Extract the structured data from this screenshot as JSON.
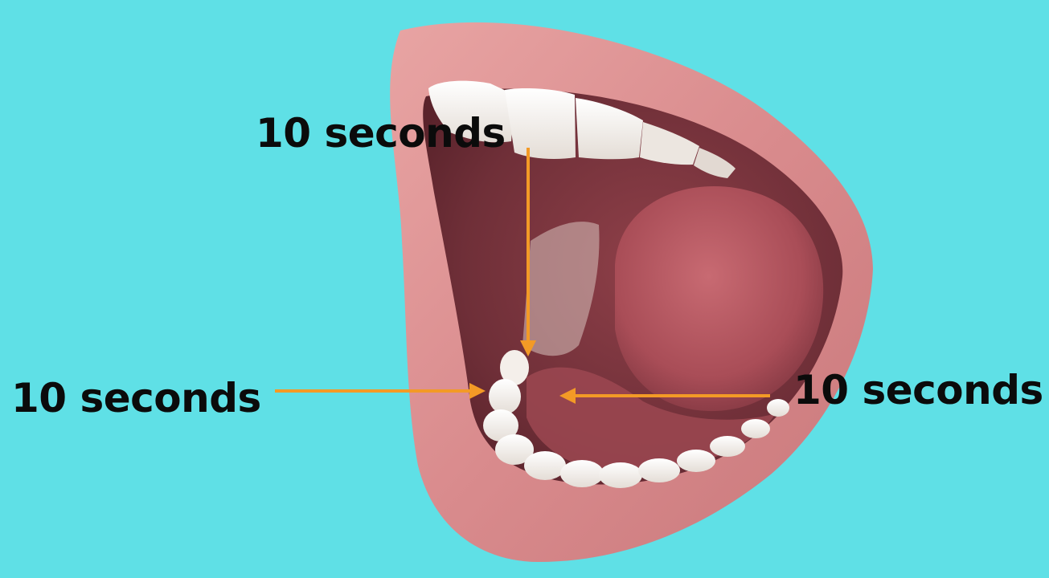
{
  "colors": {
    "background": "#5FE0E6",
    "lip": "#D98E8F",
    "mouth_interior": "#7E3A43",
    "tongue": "#B4545E",
    "teeth": "#F2EEEA",
    "arrow": "#F39A26",
    "label_text": "#0B0B0B"
  },
  "callouts": {
    "top": "10 seconds",
    "left": "10 seconds",
    "right": "10 seconds"
  }
}
